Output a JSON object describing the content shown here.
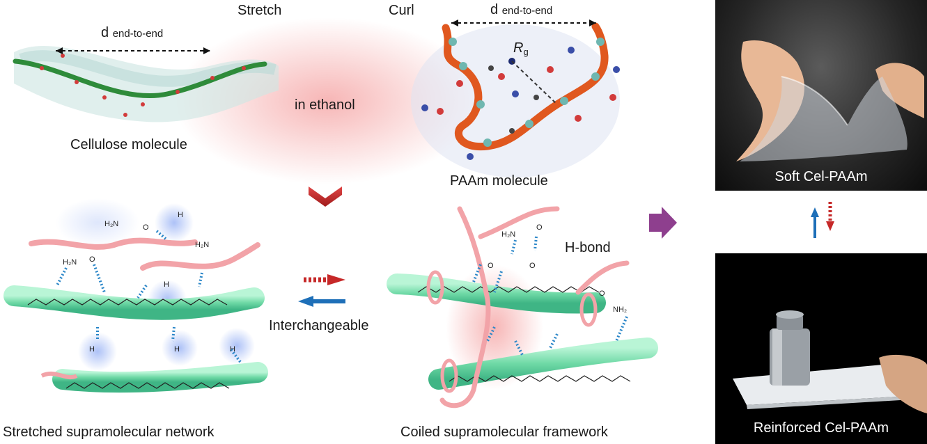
{
  "top": {
    "stretch_label": "Stretch",
    "curl_label": "Curl",
    "d_left": "d",
    "d_left_sub": "end-to-end",
    "d_right": "d",
    "d_right_sub": "end-to-end",
    "rg_label": "R",
    "rg_sub": "g",
    "solvent_label": "in ethanol",
    "cellulose_label": "Cellulose molecule",
    "paam_label": "PAAm molecule"
  },
  "middle": {
    "hbond_label": "H-bond",
    "interchange_label": "Interchangeable"
  },
  "bottom": {
    "stretched_label": "Stretched supramolecular network",
    "coiled_label": "Coiled supramolecular framework"
  },
  "photos": {
    "soft_caption": "Soft Cel-PAAm",
    "reinforced_caption": "Reinforced Cel-PAAm"
  },
  "colors": {
    "cellulose_green": "#2e8b3a",
    "paam_orange": "#e0581f",
    "tube_green": "#7ee0b0",
    "pink_chain": "#f2a3a8",
    "hbond_blue": "#2a86c8",
    "arrow_red": "#c62828",
    "arrow_blue": "#1e6fb8",
    "arrow_purple": "#8e3f8e"
  }
}
